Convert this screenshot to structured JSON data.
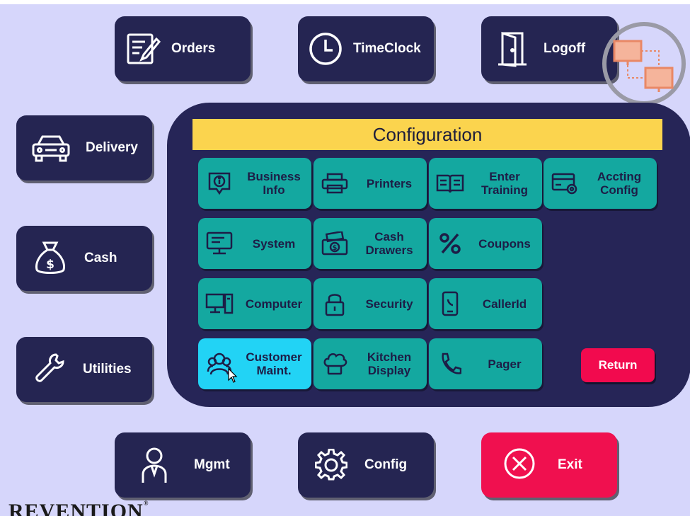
{
  "top_buttons": [
    {
      "label": "Orders",
      "icon": "orders-icon"
    },
    {
      "label": "TimeClock",
      "icon": "clock-icon"
    },
    {
      "label": "Logoff",
      "icon": "door-icon"
    }
  ],
  "side_buttons": [
    {
      "label": "Delivery",
      "icon": "car-icon"
    },
    {
      "label": "Cash",
      "icon": "money-bag-icon"
    },
    {
      "label": "Utilities",
      "icon": "wrench-icon"
    }
  ],
  "bottom_buttons": [
    {
      "label": "Mgmt",
      "icon": "manager-icon"
    },
    {
      "label": "Config",
      "icon": "gear-icon"
    },
    {
      "label": "Exit",
      "icon": "close-circle-icon"
    }
  ],
  "configuration": {
    "title": "Configuration",
    "tiles": [
      {
        "line1": "Business",
        "line2": "Info",
        "icon": "info-bubble-icon"
      },
      {
        "line1": "Printers",
        "line2": "",
        "icon": "printer-icon"
      },
      {
        "line1": "Enter",
        "line2": "Training",
        "icon": "book-icon"
      },
      {
        "line1": "Accting",
        "line2": "Config",
        "icon": "card-gear-icon"
      },
      {
        "line1": "System",
        "line2": "",
        "icon": "monitor-icon"
      },
      {
        "line1": "Cash",
        "line2": "Drawers",
        "icon": "cash-drawer-icon"
      },
      {
        "line1": "Coupons",
        "line2": "",
        "icon": "percent-icon"
      },
      {
        "line1": "Computer",
        "line2": "",
        "icon": "computer-icon"
      },
      {
        "line1": "Security",
        "line2": "",
        "icon": "lock-icon"
      },
      {
        "line1": "CallerId",
        "line2": "",
        "icon": "phone-device-icon"
      },
      {
        "line1": "Customer",
        "line2": "Maint.",
        "icon": "users-icon"
      },
      {
        "line1": "Kitchen",
        "line2": "Display",
        "icon": "chef-hat-icon"
      },
      {
        "line1": "Pager",
        "line2": "",
        "icon": "phone-icon"
      }
    ],
    "return_label": "Return"
  },
  "logo": {
    "text": "REVENTION",
    "mark": "®"
  },
  "colors": {
    "background": "#d6d6fb",
    "button": "#252552",
    "tile": "#14a8a0",
    "tile_active": "#22d3f5",
    "title_bar": "#fbd44e",
    "exit": "#f0104f"
  }
}
